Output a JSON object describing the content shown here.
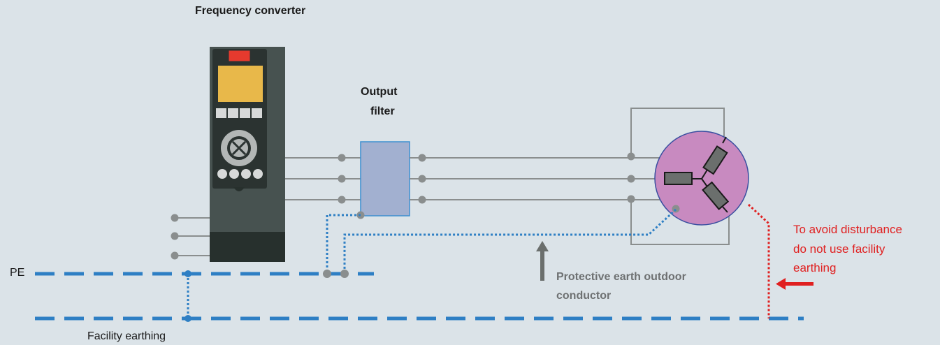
{
  "labels": {
    "title": "Frequency converter",
    "filter_line1": "Output",
    "filter_line2": "filter",
    "pe": "PE",
    "facility": "Facility earthing",
    "protective_line1": "Protective earth outdoor",
    "protective_line2": "conductor",
    "warning_line1": "To avoid disturbance",
    "warning_line2": "do not use facility",
    "warning_line3": "earthing"
  },
  "colors": {
    "background": "#dbe3e8",
    "converter_body": "#475250",
    "converter_base": "#27302d",
    "display": "#e8b84a",
    "power_button": "#e63a2e",
    "filter_fill": "#a2b0d0",
    "filter_border": "#3d8fd0",
    "motor_fill": "#c88ac0",
    "motor_border": "#3a4fa0",
    "wire": "#8a8e8e",
    "earth_line": "#2e7fc4",
    "warning": "#e02020",
    "text_dark": "#1a1a1a",
    "text_gray": "#6e7172"
  }
}
